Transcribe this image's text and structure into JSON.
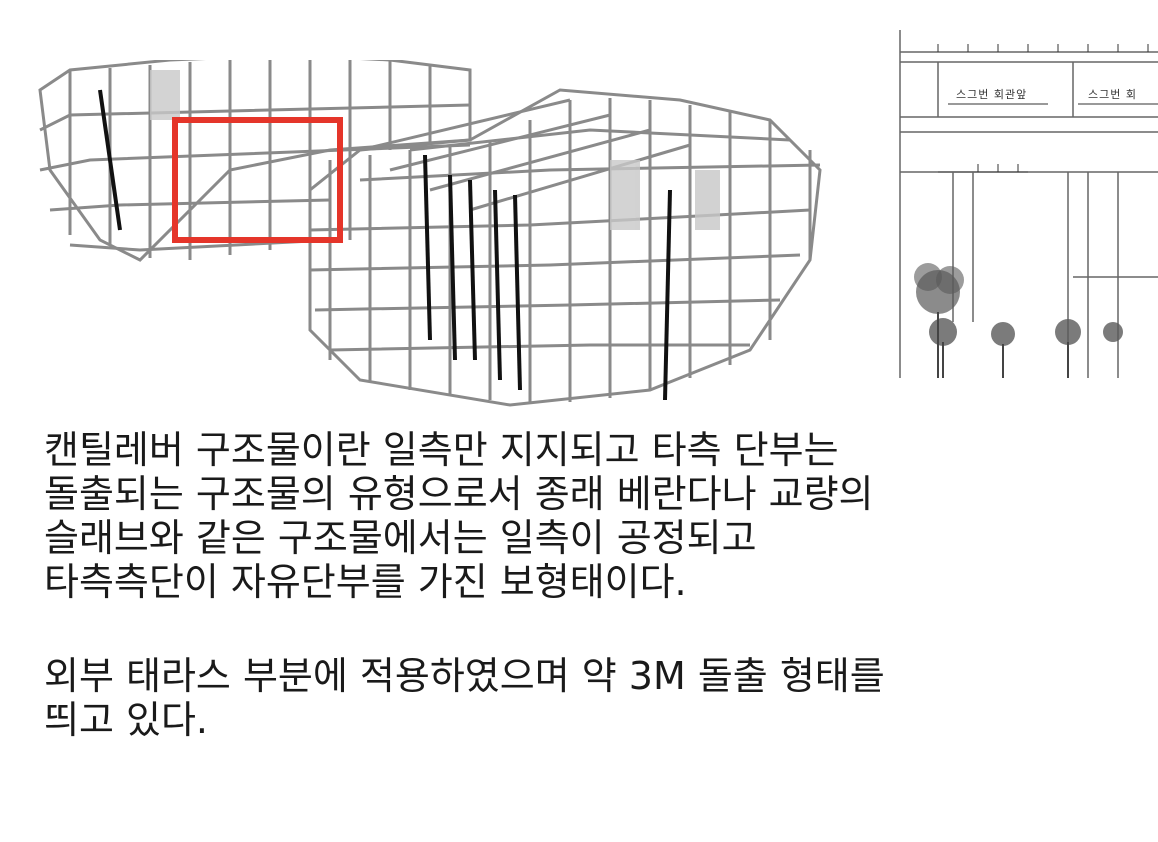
{
  "figures": {
    "structure_model": {
      "highlight_color": "#e5352a"
    },
    "elevation": {
      "signs": [
        "스그번 회관앞",
        "스그번 회"
      ]
    }
  },
  "body": {
    "paragraph1": [
      "캔틸레버 구조물이란 일측만 지지되고 타측 단부는",
      "돌출되는 구조물의 유형으로서 종래 베란다나 교량의",
      "슬래브와 같은 구조물에서는 일측이 공정되고",
      "타측측단이 자유단부를 가진 보형태이다."
    ],
    "paragraph2": [
      "외부 태라스 부분에 적용하였으며 약 3M 돌출 형태를",
      "띄고 있다."
    ]
  }
}
